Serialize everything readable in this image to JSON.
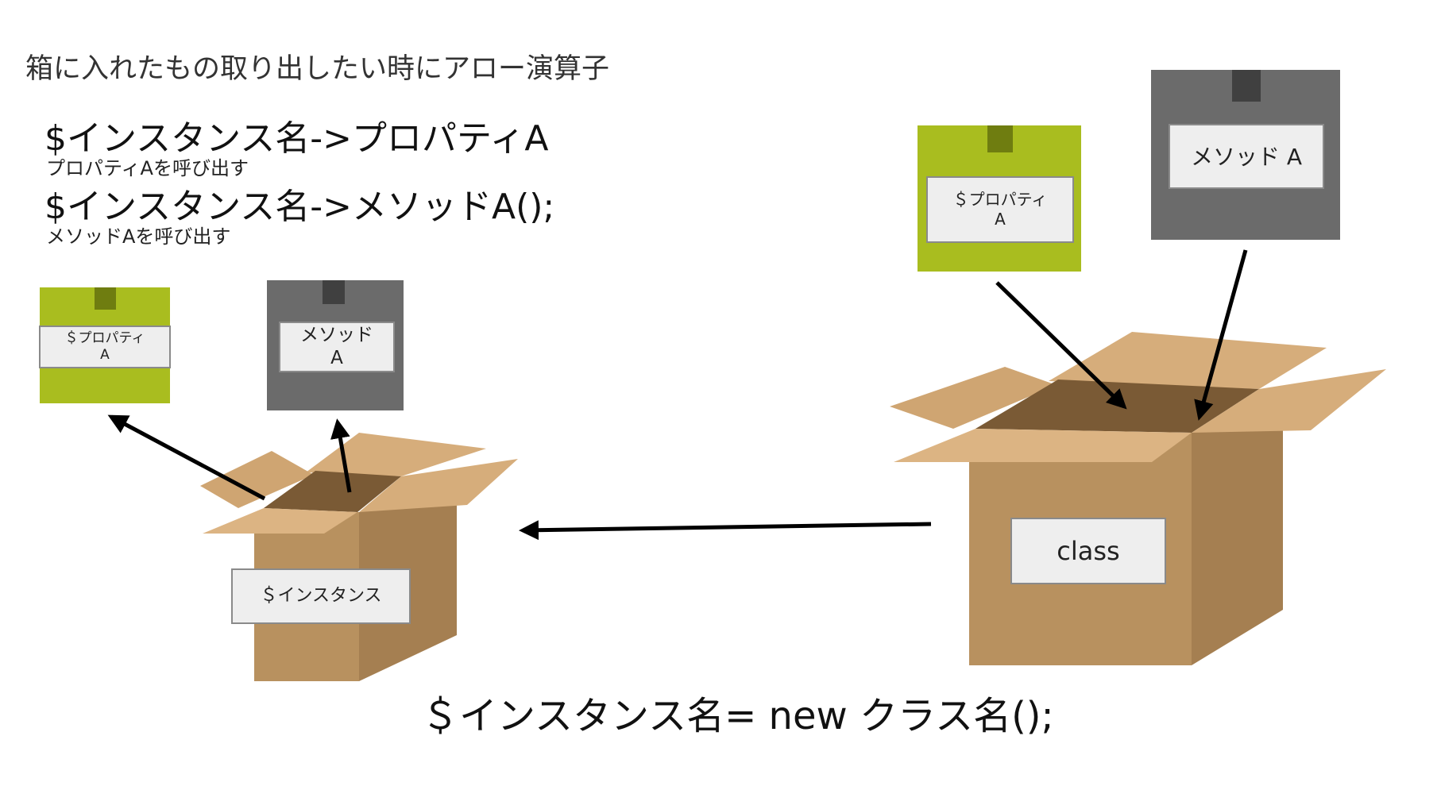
{
  "caption": "箱に入れたもの取り出したい時にアロー演算子",
  "code": {
    "line1": "$インスタンス名->プロパティA",
    "line1_desc": "プロパティAを呼び出す",
    "line2": "$インスタンス名->メソッドA();",
    "line2_desc": "メソッドAを呼び出す"
  },
  "bottom_code": "＄インスタンス名= new クラス名();",
  "left": {
    "instance_label": "＄インスタンス",
    "property_label_1": "＄プロパティ",
    "property_label_2": "A",
    "method_label_1": "メソッド",
    "method_label_2": "A"
  },
  "right": {
    "class_label": "class",
    "property_label_1": "＄プロパティ",
    "property_label_2": "A",
    "method_label": "メソッド A"
  },
  "colors": {
    "box_front": "#b8915f",
    "box_side": "#a57f51",
    "box_flap": "#d6ad7b",
    "box_inside": "#7a5a35",
    "property_block": "#a9bd1f",
    "method_block": "#6b6b6b",
    "arrow": "#000000"
  }
}
